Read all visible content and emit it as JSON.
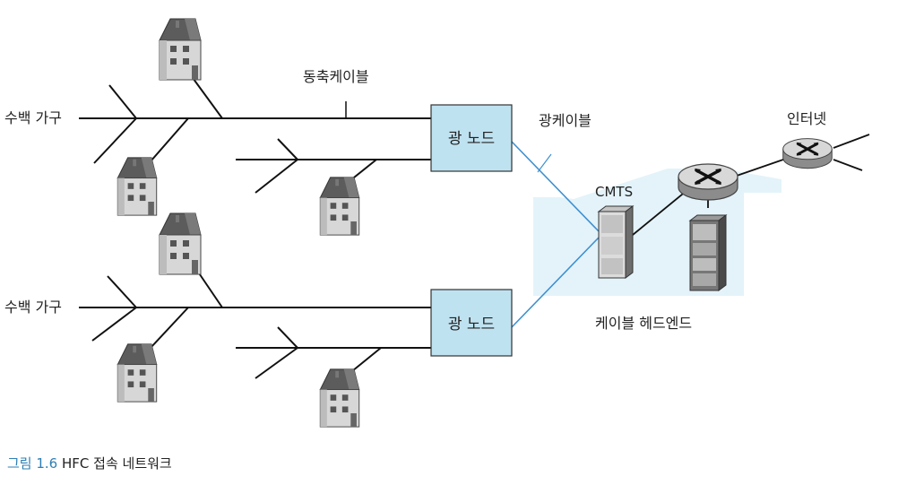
{
  "labels": {
    "households_top": "수백 가구",
    "households_bottom": "수백 가구",
    "coax_cable": "동축케이블",
    "fiber_cable": "광케이블",
    "fiber_node_top": "광 노드",
    "fiber_node_bottom": "광 노드",
    "cmts": "CMTS",
    "internet": "인터넷",
    "headend": "케이블 헤드엔드"
  },
  "caption": {
    "figure_number": "그림 1.6",
    "title": "HFC 접속 네트워크"
  },
  "colors": {
    "node_fill": "#bfe2f0",
    "fiber_line": "#3d8fd0",
    "headend_bg": "#e3f3f9",
    "caption_accent": "#2e7fb4"
  },
  "icons": [
    "house-icon",
    "router-icon",
    "server-icon",
    "cmts-icon"
  ]
}
